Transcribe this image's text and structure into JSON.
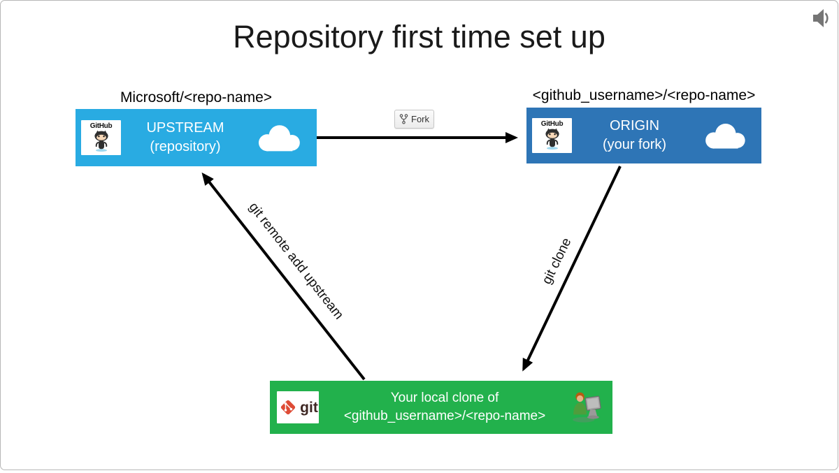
{
  "title": "Repository first time set up",
  "upstream": {
    "caption": "Microsoft/<repo-name>",
    "name": "UPSTREAM",
    "sub": "(repository)",
    "logo_text": "GitHub",
    "color": "#29ABE2"
  },
  "origin": {
    "caption": "<github_username>/<repo-name>",
    "name": "ORIGIN",
    "sub": "(your fork)",
    "logo_text": "GitHub",
    "color": "#2E75B6"
  },
  "local": {
    "line1": "Your local clone of",
    "line2": "<github_username>/<repo-name>",
    "logo_text": "git",
    "color": "#22B14C"
  },
  "edges": {
    "fork_button_label": "Fork",
    "git_clone_label": "git clone",
    "git_remote_label": "git remote add upstream",
    "arrow_color": "#000000"
  },
  "icons": {
    "audio": "speaker-icon",
    "upstream_logo": "github-octocat-icon",
    "origin_logo": "github-octocat-icon",
    "local_logo": "git-diamond-icon",
    "upstream_cloud": "cloud-icon",
    "origin_cloud": "cloud-icon",
    "local_person": "person-at-computer-icon",
    "fork_button": "fork-glyph-icon"
  }
}
